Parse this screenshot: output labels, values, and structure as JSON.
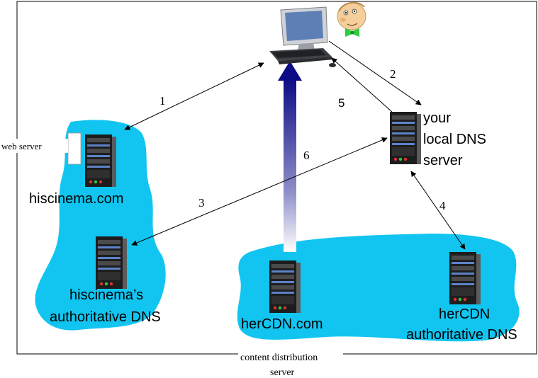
{
  "servers": {
    "hiscinema_web": {
      "label": "hiscinema.com",
      "annotation": "web server"
    },
    "hiscinema_dns": {
      "label_line1": "hiscinema’s",
      "label_line2": "authoritative DNS"
    },
    "local_dns": {
      "label_line1": "your",
      "label_line2": "local DNS",
      "label_line3": "server"
    },
    "hercdn": {
      "label": "herCDN.com",
      "annotation_line1": "content distribution",
      "annotation_line2": "server"
    },
    "hercdn_dns": {
      "label_line1": "herCDN",
      "label_line2": "authoritative DNS"
    }
  },
  "steps": [
    "1",
    "2",
    "3",
    "4",
    "5",
    "6"
  ],
  "icons": [
    "client-computer-icon",
    "user-face-icon",
    "server-icon"
  ],
  "colors": {
    "cloud": "#12c5f0",
    "big_arrow": "#0c0c86",
    "led_red": "#e03030",
    "led_green": "#2ecc40",
    "server_stripe": "#5d82c8"
  }
}
